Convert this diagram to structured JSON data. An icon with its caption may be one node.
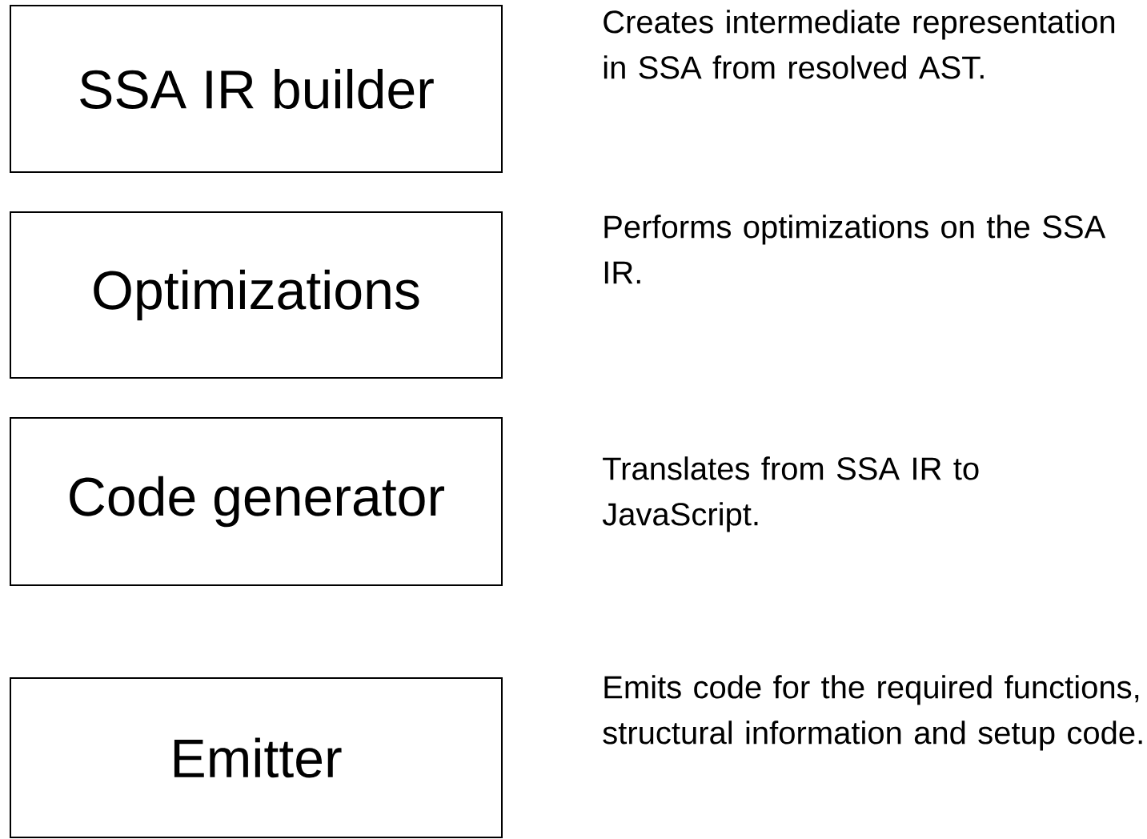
{
  "diagram": {
    "nodes": [
      {
        "text": [
          "SSA IR builder"
        ],
        "beside": [
          "Creates intermediate representation in SSA from resolved AST."
        ]
      },
      {
        "text": [
          "Optimizations"
        ],
        "beside": [
          "Performs optimizations on the SSA IR."
        ]
      },
      {
        "text": [
          "Code generator"
        ],
        "beside": [
          "Translates from SSA IR to JavaScript."
        ]
      },
      {
        "text": [
          "Emitter"
        ],
        "beside": [
          "Emits code for the required functions, structural information and setup code."
        ]
      }
    ]
  }
}
